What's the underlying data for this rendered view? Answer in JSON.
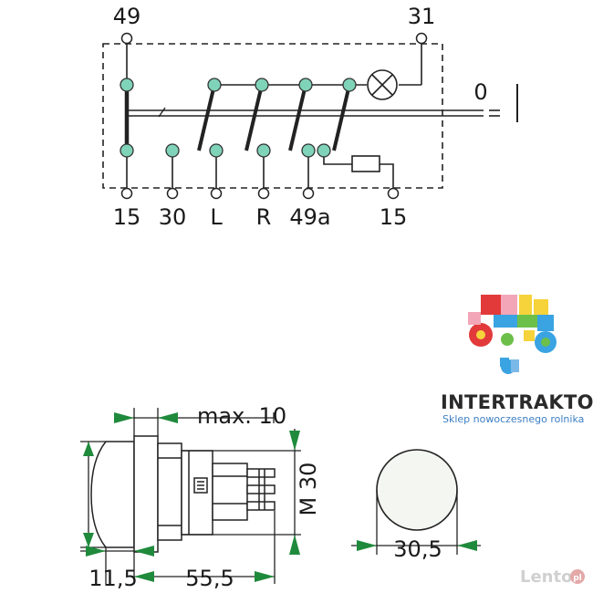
{
  "schematic": {
    "terminals_top": {
      "left": "49",
      "right": "31"
    },
    "terminals_bottom": [
      "15",
      "30",
      "L",
      "R",
      "49a",
      "15"
    ],
    "position_label": "0"
  },
  "drawing": {
    "dim_max_length": "max. 10",
    "dim_thread": "M 30",
    "dim_body_length": "55,5",
    "dim_front_length": "11,5",
    "dim_diameter": "30,5"
  },
  "brand": {
    "name": "INTERTRAKTOR.PL",
    "tagline": "Sklep nowoczesnego rolnika"
  },
  "watermark": {
    "text": "Lento",
    "suffix": "pl"
  },
  "colors": {
    "contact": "#7fd3b8",
    "arrow": "#1f8a3c",
    "line": "#222222"
  }
}
